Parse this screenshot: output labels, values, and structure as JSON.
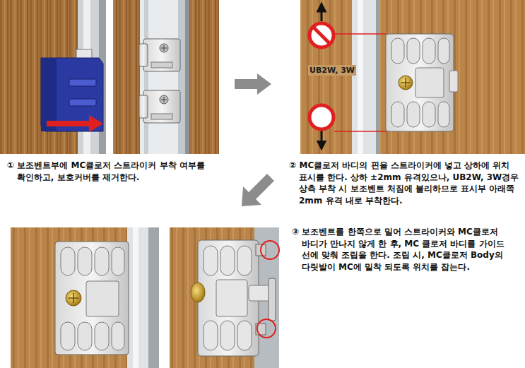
{
  "diagram": {
    "labels": [
      "① 보조벤트부에 MC클로저 스트라이커 부착 여부를 확인하고, 보호커버를 제거한다.",
      "UB2W, 3W",
      "② MC클로저 바디의 핀을 스트라이커에 넣고 상하에 위치 표시를 한다. 상하 ±2mm 유격있으나, UB2W, 3W경우 상측 부착 시 보조벤트 처짐에 불리하므로 표시부 아래쪽 2mm 유격 내로 부착한다.",
      "③ 보조벤트를 한쪽으로 밀어 스트라이커와 MC클로저 바디가 만나지 않게 한 후, MC 클로저 바디를 가이드 선에 맞춰 조립을 한다. 조립 시, MC클로저 Body의 다릿발이 MC에 밀착 되도록 위치를 잡는다."
    ]
  }
}
